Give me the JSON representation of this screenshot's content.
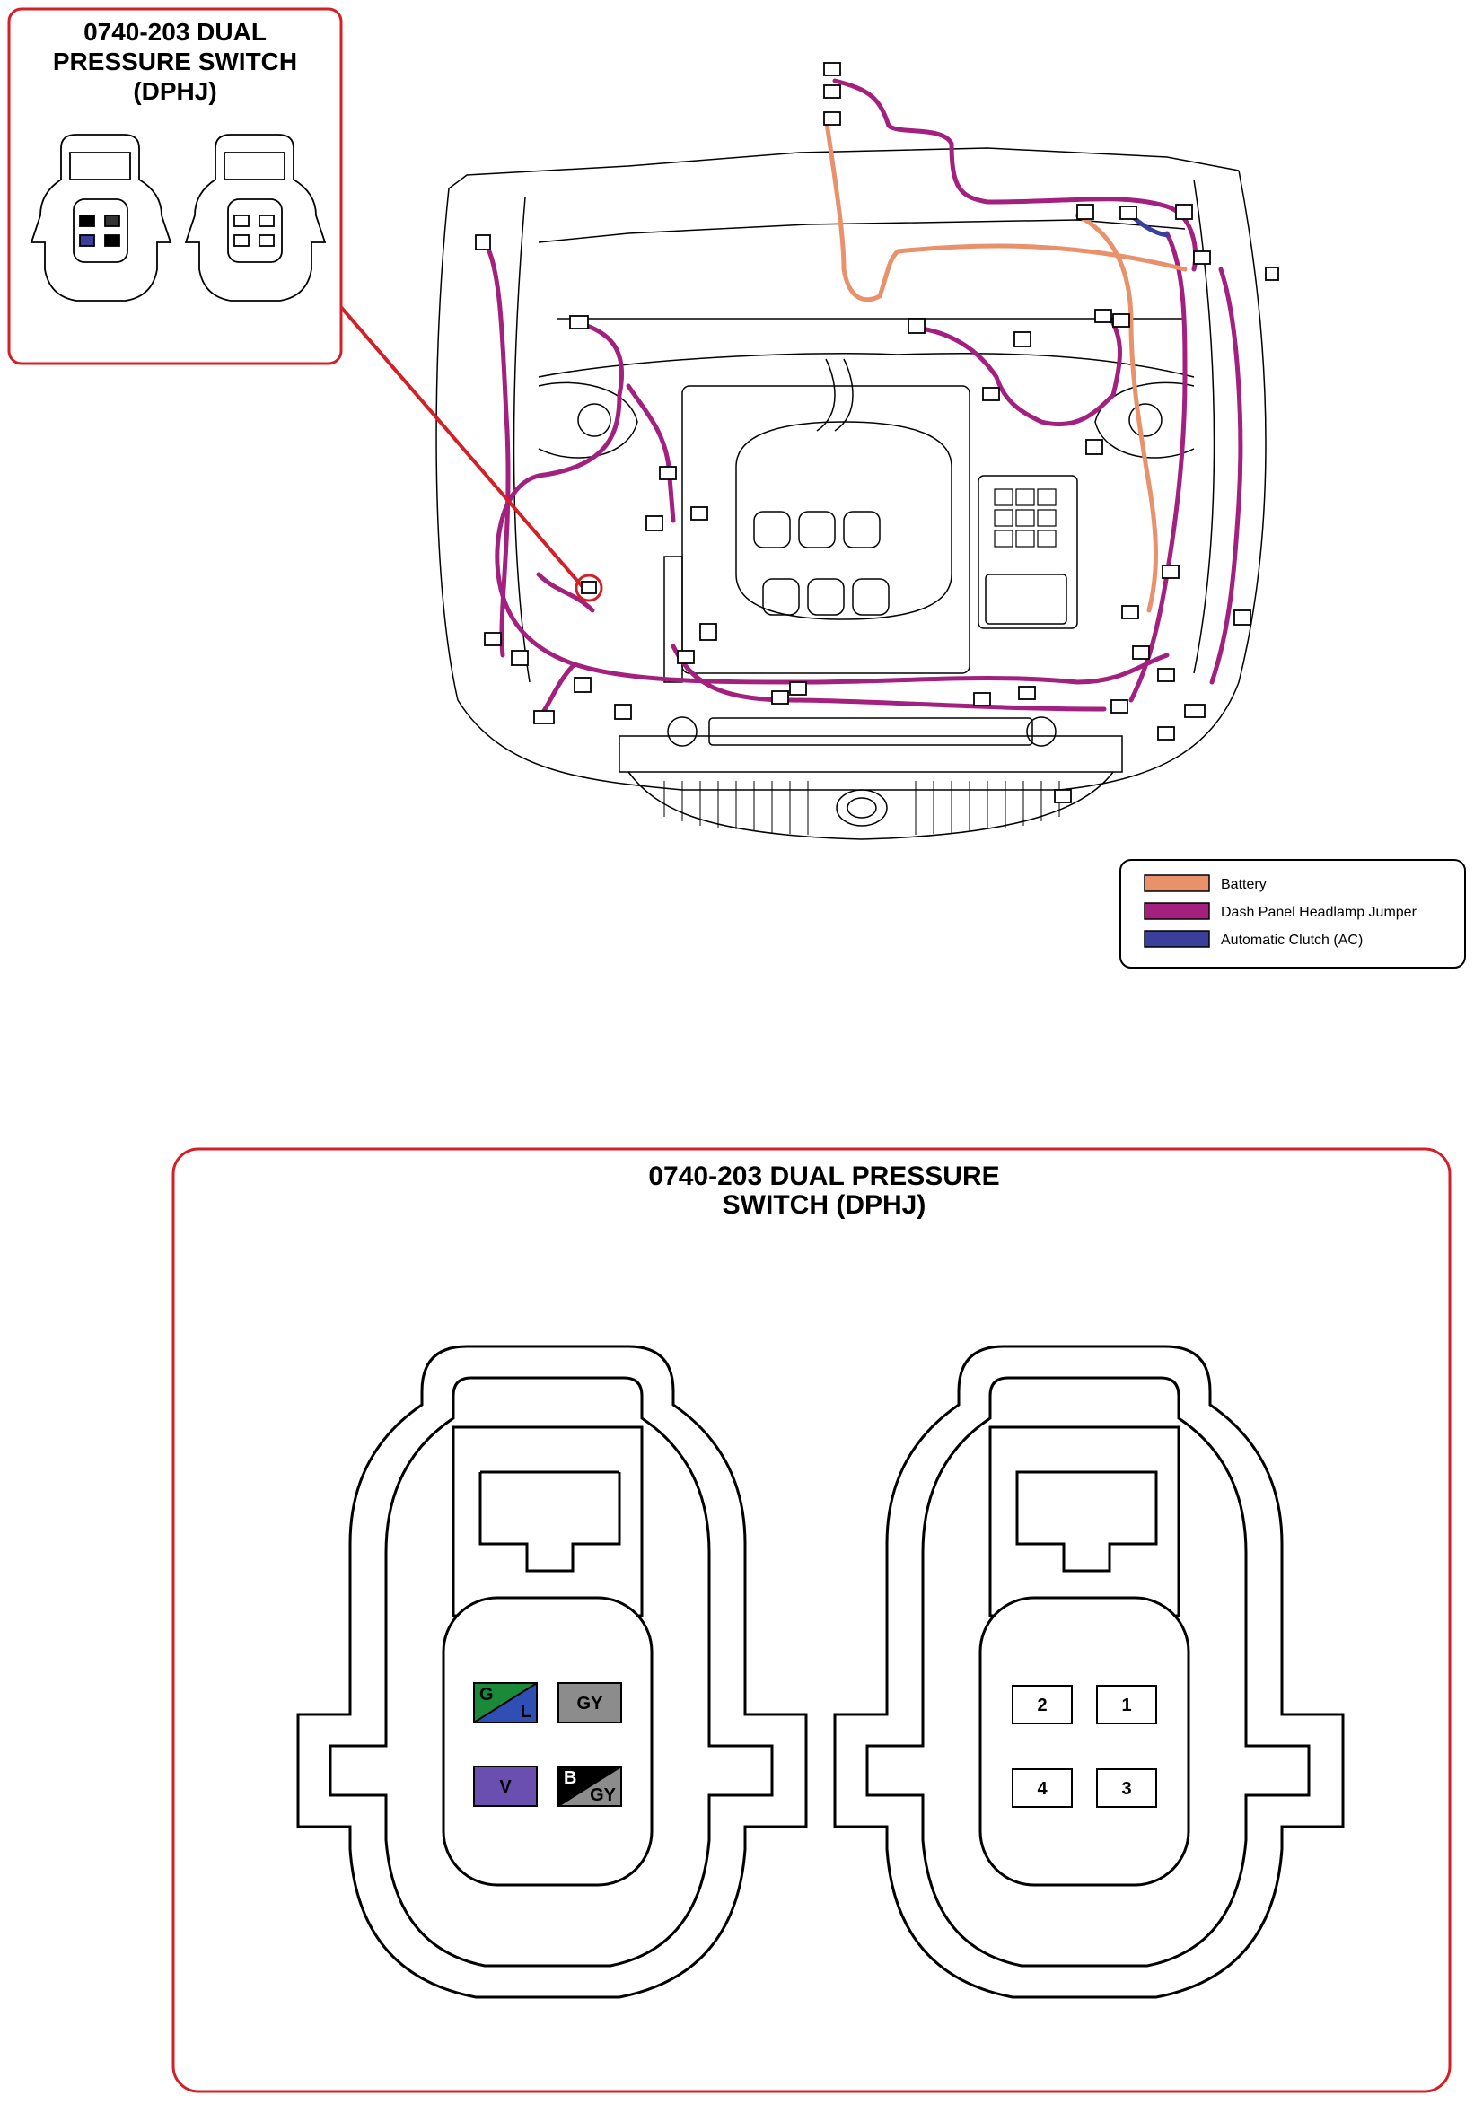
{
  "inset": {
    "title_lines": [
      "0740-203 DUAL",
      "PRESSURE SWITCH",
      "(DPHJ)"
    ]
  },
  "detail": {
    "title_lines": [
      "0740-203 DUAL PRESSURE",
      "SWITCH (DPHJ)"
    ],
    "wire_side_pins": [
      {
        "color": "G",
        "stripe": "L",
        "fill": "#1a8a3a",
        "stripe_fill": "#2f4fb5"
      },
      {
        "color": "GY",
        "stripe": "",
        "fill": "#8c8c8c",
        "stripe_fill": ""
      },
      {
        "color": "V",
        "stripe": "",
        "fill": "#6a4fb0",
        "stripe_fill": ""
      },
      {
        "color": "B",
        "stripe": "GY",
        "fill": "#000000",
        "stripe_fill": "#8c8c8c"
      }
    ],
    "terminal_pins": [
      "2",
      "1",
      "4",
      "3"
    ]
  },
  "legend": {
    "items": [
      {
        "label": "Battery",
        "color": "#e8916a"
      },
      {
        "label": "Dash Panel Headlamp Jumper",
        "color": "#a3207e"
      },
      {
        "label": "Automatic Clutch   (AC)",
        "color": "#3b3f9c"
      }
    ]
  },
  "colors": {
    "callout_red": "#d41f26",
    "harness_magenta": "#a3207e",
    "harness_orange": "#e8916a",
    "harness_blue": "#3b3f9c"
  }
}
